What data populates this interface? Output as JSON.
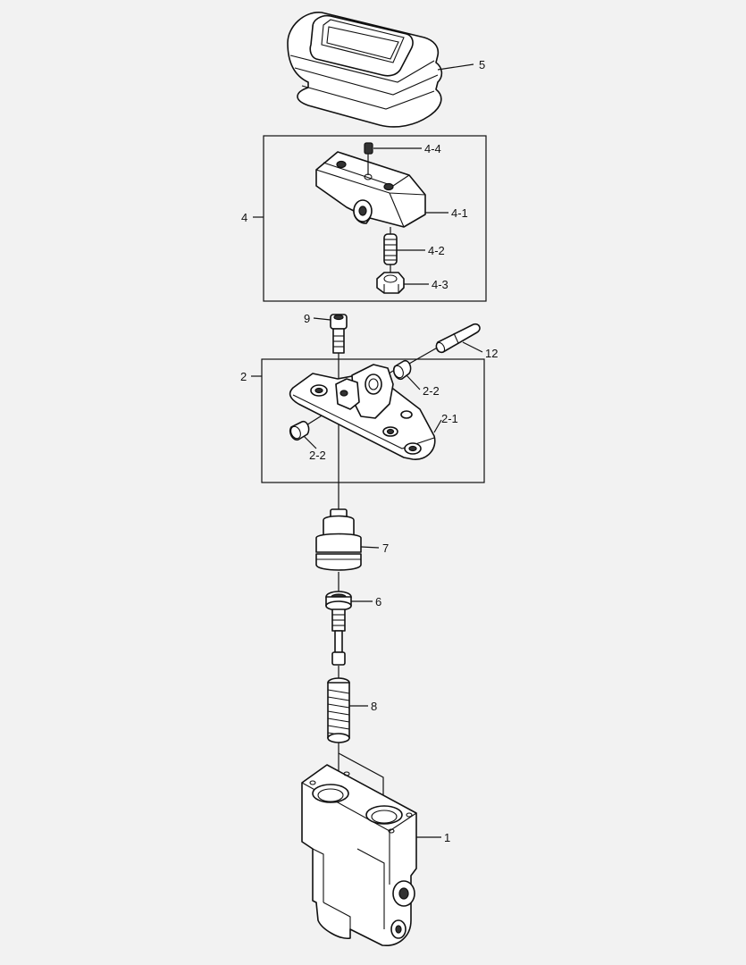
{
  "labels": {
    "p5": "5",
    "p4": "4",
    "p4_1": "4-1",
    "p4_2": "4-2",
    "p4_3": "4-3",
    "p4_4": "4-4",
    "p9": "9",
    "p12": "12",
    "p2": "2",
    "p2_1": "2-1",
    "p2_2a": "2-2",
    "p2_2b": "2-2",
    "p7": "7",
    "p6": "6",
    "p8": "8",
    "p1": "1"
  }
}
